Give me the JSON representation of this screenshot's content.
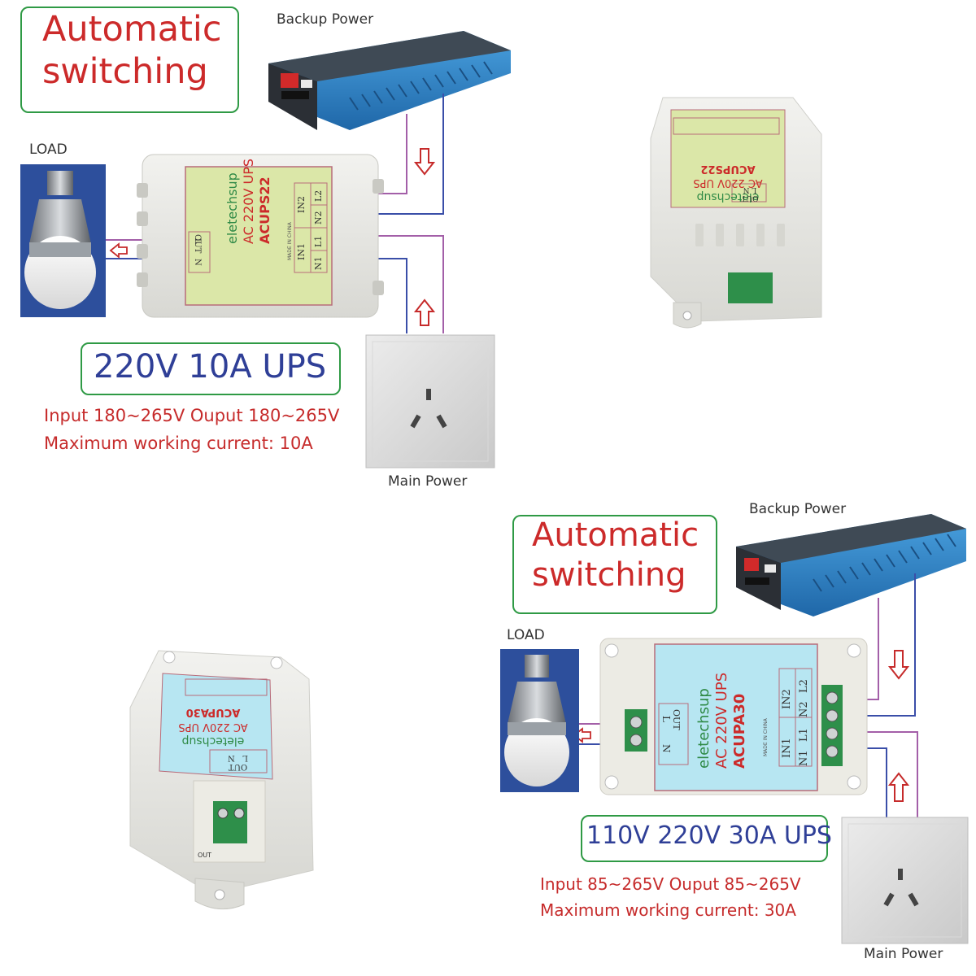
{
  "panel_top": {
    "auto_title_line1": "Automatic",
    "auto_title_line2": "switching",
    "backup_label": "Backup Power",
    "load_label": "LOAD",
    "module_brand": "eletechsup",
    "module_spec": "AC 220V UPS",
    "module_model": "ACUPS22",
    "module_made": "MADE IN CHINA",
    "terminal_in2": "IN2",
    "terminal_in1": "IN1",
    "terminal_l2": "L2",
    "terminal_n2": "N2",
    "terminal_l1": "L1",
    "terminal_n1": "N1",
    "terminal_out": "OUT",
    "terminal_l": "L",
    "terminal_n": "N",
    "ups_title": "220V 10A UPS",
    "spec_line1": "Input 180~265V Ouput 180~265V",
    "spec_line2": "Maximum working current: 10A",
    "main_label": "Main Power"
  },
  "panel_bottom": {
    "auto_title_line1": "Automatic",
    "auto_title_line2": "switching",
    "backup_label": "Backup Power",
    "load_label": "LOAD",
    "module_brand": "eletechsup",
    "module_spec": "AC 220V UPS",
    "module_model": "ACUPA30",
    "module_made": "MADE IN CHINA",
    "terminal_in2": "IN2",
    "terminal_in1": "IN1",
    "terminal_l2": "L2",
    "terminal_n2": "N2",
    "terminal_l1": "L1",
    "terminal_n1": "N1",
    "terminal_out": "OUT",
    "terminal_l": "L",
    "terminal_n": "N",
    "ups_title": "110V 220V 30A UPS",
    "spec_line1": "Input 85~265V Ouput 85~265V",
    "spec_line2": "Maximum working current: 30A",
    "main_label": "Main Power"
  },
  "product_top_right": {
    "module_brand": "eletechsup",
    "module_spec": "AC 220V UPS",
    "module_model": "ACUPS22",
    "terminal_out": "OUT",
    "terminal_l": "L",
    "terminal_n": "N"
  },
  "product_bottom_left": {
    "module_brand": "eletechsup",
    "module_spec": "AC 220V UPS",
    "module_model": "ACUPA30",
    "terminal_out": "OUT",
    "terminal_l": "L",
    "terminal_n": "N",
    "terminal_out_small": "OUT"
  },
  "colors": {
    "green_border": "#2f9a45",
    "red_text": "#cc2a2a",
    "blue_text": "#2f3f97",
    "wire_purple": "#a35fa8",
    "wire_blue": "#3a4ea8",
    "inverter_blue": "#2f7fc4",
    "module_face": "#dbe7a8",
    "module_face_bottom": "#b7e6f2"
  },
  "icons": [
    "inverter-icon",
    "bulb-icon",
    "wall-socket-icon",
    "arrow-down-icon",
    "arrow-up-icon",
    "arrow-left-icon"
  ]
}
